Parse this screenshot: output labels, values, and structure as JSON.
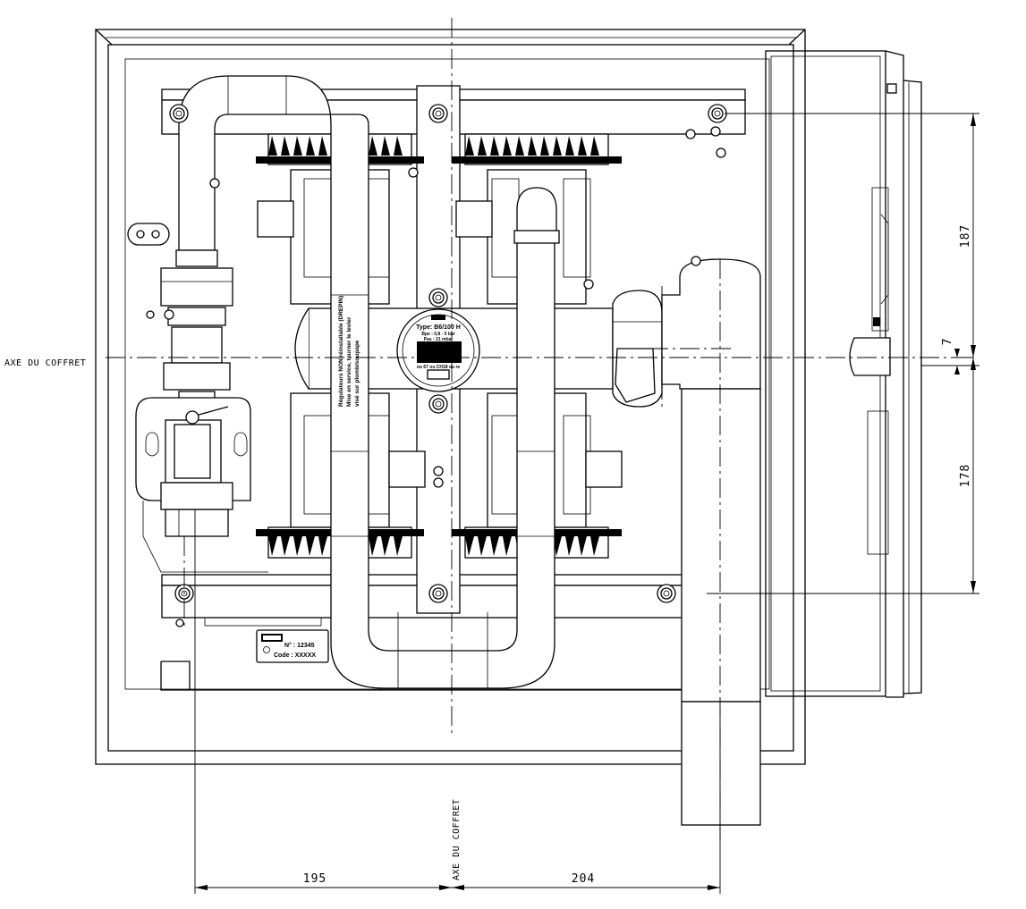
{
  "drawing": {
    "axis_label_horizontal": "AXE DU COFFRET",
    "axis_label_vertical": "AXE DU COFFRET",
    "dimensions": {
      "left_width": "195",
      "right_width": "204",
      "upper_height": "187",
      "axis_offset": "7",
      "lower_height": "178"
    },
    "regulator_label": {
      "line1": "Type: B6/100 H",
      "line2": "Bpe : 0,8 - 5 bar",
      "line3": "Pas : 21 mbar",
      "line4": "ou 67 ou CH18 ou re"
    },
    "pipe_label": {
      "line1": "Régulateurs NON réinstallable (DREPIN)",
      "line2": "Mise en service, tourner le levier",
      "line3": "visé sur plomb/soupape"
    },
    "id_plate": {
      "number_line": "N° : 12345",
      "code_line": "Code : XXXXX"
    }
  }
}
